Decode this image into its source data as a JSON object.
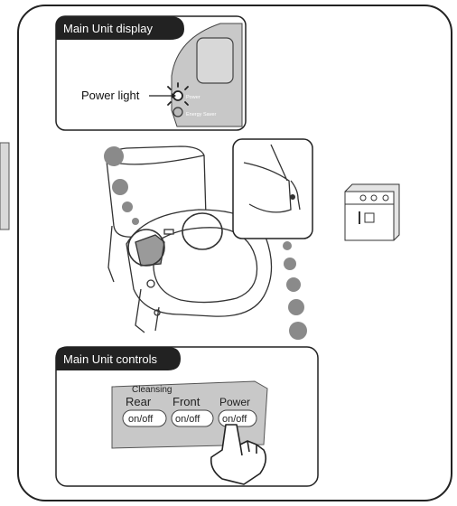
{
  "display_panel": {
    "title": "Main Unit display",
    "callout_label": "Power light",
    "power_text": "Power",
    "energy_saver_text": "Energy Saver"
  },
  "controls_panel": {
    "title": "Main Unit controls",
    "cleansing_label": "Cleansing",
    "buttons": [
      {
        "name": "Rear",
        "action": "on/off"
      },
      {
        "name": "Front",
        "action": "on/off"
      },
      {
        "name": "Power",
        "action": "on/off"
      }
    ]
  },
  "colors": {
    "panel_gray": "#c8c8c8",
    "label_tab": "#222222",
    "dot_gray": "#8a8a8a"
  }
}
